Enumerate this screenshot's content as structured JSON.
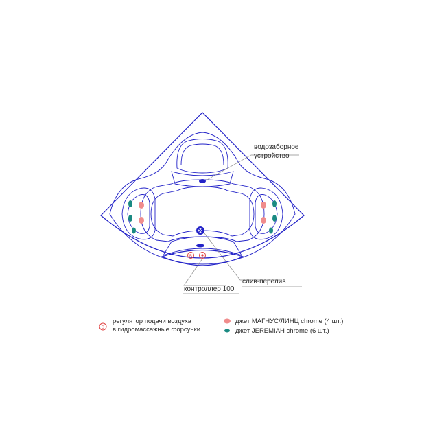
{
  "callouts": {
    "water_intake": [
      "водозаборное",
      "устройство"
    ],
    "overflow_drain": "слив-перелив",
    "controller": "контроллер 100"
  },
  "legend": {
    "air_regulator_symbol": "B",
    "air_regulator_text": [
      "регулятор подачи воздуха",
      "в гидромассажные форсунки"
    ],
    "jet_magnus_text": "джет МАГНУС/ЛИНЦ chrome (4 шт.)",
    "jet_jeremiah_text": "джет JEREMIAH chrome (6 шт.)"
  },
  "colors": {
    "outline": "#2323c8",
    "jet_magnus": "#f08c8c",
    "jet_jeremiah": "#1a8a82",
    "air_regulator": "#e04040",
    "leader": "#8a8a8a"
  }
}
